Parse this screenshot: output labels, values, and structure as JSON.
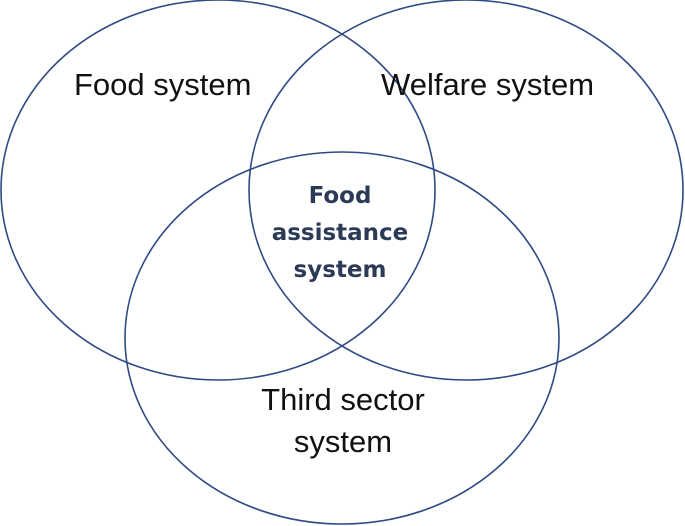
{
  "colors": {
    "circle_stroke": "#2f4a84",
    "center_text": "#2b3a55",
    "label_text": "#111111",
    "background": "#ffffff"
  },
  "circles": [
    {
      "name": "Food system"
    },
    {
      "name": "Welfare system"
    },
    {
      "name": "Third sector system"
    }
  ],
  "labels": {
    "food": "Food system",
    "welfare": "Welfare system",
    "third_line1": "Third sector",
    "third_line2": "system",
    "center_line1": "Food",
    "center_line2": "assistance",
    "center_line3": "system"
  }
}
